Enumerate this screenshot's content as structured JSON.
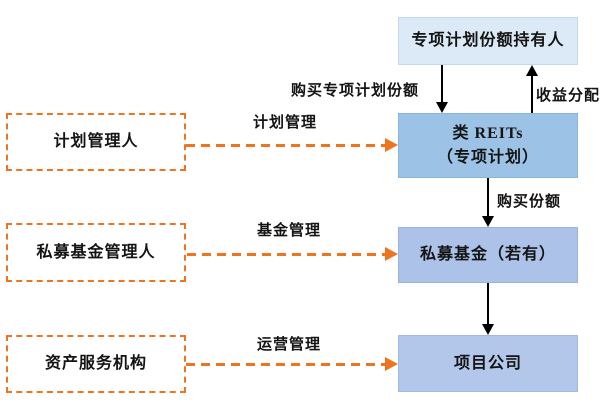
{
  "diagram": {
    "title": "REITs structure diagram",
    "colors": {
      "orange": "#ee7420",
      "arrow_black": "#000000",
      "holder_fill": "#dce9f6",
      "holder_border": "#c5d7ec",
      "reits_fill": "#9cc3e6",
      "reits_border": "#8ab4dc",
      "fund_fill": "#adc2e8",
      "fund_border": "#9bb3de",
      "company_fill": "#b3c7ea",
      "company_border": "#a0b8e2"
    },
    "nodes": {
      "holder": {
        "label": "专项计划份额持有人"
      },
      "reits": {
        "label_line1": "类 REITs",
        "label_line2": "（专项计划）"
      },
      "fund": {
        "label": "私募基金（若有）"
      },
      "company": {
        "label": "项目公司"
      },
      "plan_manager": {
        "label": "计划管理人"
      },
      "fund_manager": {
        "label": "私募基金管理人"
      },
      "asset_servicer": {
        "label": "资产服务机构"
      }
    },
    "edge_labels": {
      "buy_plan_shares": "购买专项计划份额",
      "income_distribution": "收益分配",
      "plan_management": "计划管理",
      "buy_shares": "购买份额",
      "fund_management": "基金管理",
      "operation_management": "运营管理"
    }
  }
}
